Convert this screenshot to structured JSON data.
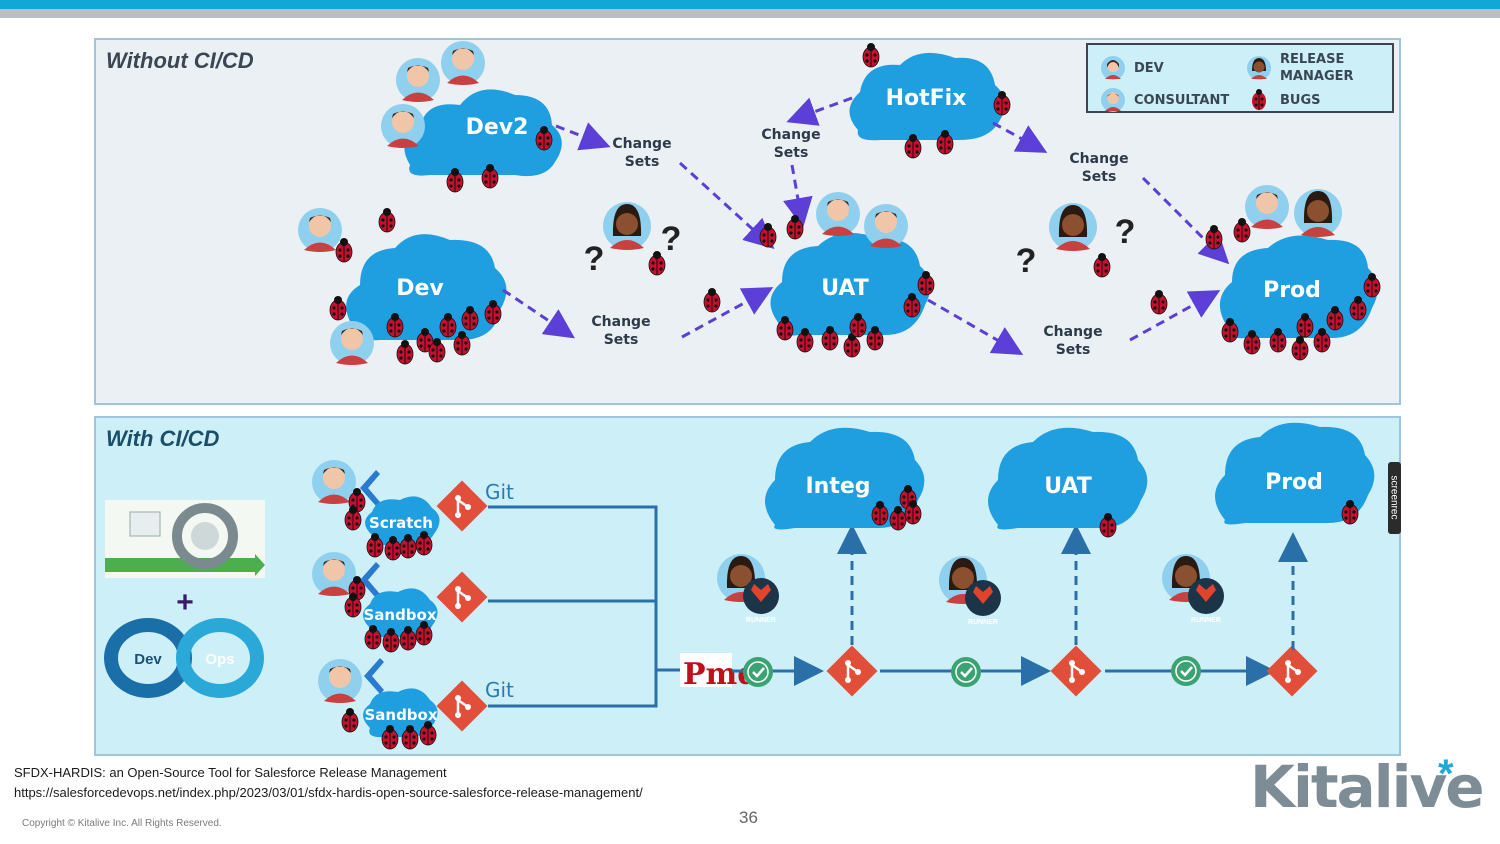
{
  "slide": {
    "top_panel_title": "Without CI/CD",
    "bottom_panel_title": "With CI/CD",
    "legend": {
      "dev": "DEV",
      "consultant": "CONSULTANT",
      "release_manager_line1": "RELEASE",
      "release_manager_line2": "MANAGER",
      "bugs": "BUGS"
    },
    "top_clouds": {
      "dev2": "Dev2",
      "dev": "Dev",
      "hotfix": "HotFix",
      "uat": "UAT",
      "prod": "Prod"
    },
    "change_sets_line1": "Change",
    "change_sets_line2": "Sets",
    "question": "?",
    "bottom_clouds": {
      "integ": "Integ",
      "uat": "UAT",
      "prod": "Prod"
    },
    "sources": {
      "scratch": "Scratch",
      "sandbox1": "Sandbox",
      "sandbox2": "Sandbox"
    },
    "git_label": "Git",
    "runner_label": "RUNNER",
    "pmd_label": "Pmd",
    "plus": "+",
    "dev_label": "Dev",
    "ops_label": "Ops",
    "screenrec_label": "screenrec",
    "footer_title": "SFDX-HARDIS: an Open-Source Tool for Salesforce Release Management",
    "footer_url": "https://salesforcedevops.net/index.php/2023/03/01/sfdx-hardis-open-source-salesforce-release-management/",
    "page_number": "36",
    "copyright": "Copyright © Kitalive Inc. All Rights Reserved.",
    "logo_main": "Kitalive",
    "logo_star": "*"
  },
  "colors": {
    "cloud": "#1f9fe0",
    "arrow": "#5b3fd6",
    "bug": "#c8102e",
    "git": "#e14e3a",
    "check": "#3aa371",
    "pipeline": "#2a6fa8",
    "top_accent": "#12a8d6"
  }
}
